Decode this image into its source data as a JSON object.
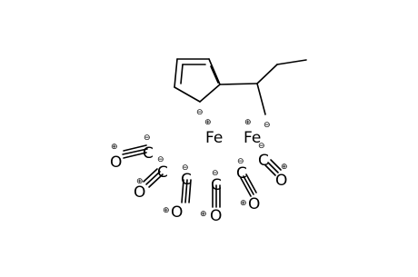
{
  "colors": {
    "ink": "#000000",
    "background": "#ffffff"
  },
  "molecule": {
    "atoms": [
      {
        "id": "fe1",
        "element": "Fe",
        "charge_symbol": "⊕"
      },
      {
        "id": "fe2",
        "element": "Fe",
        "charge_symbol": "⊕"
      },
      {
        "id": "c_ring",
        "element": "",
        "charge_symbol": "⊖"
      },
      {
        "id": "c_ch2",
        "element": "",
        "charge_symbol": "⊖"
      },
      {
        "id": "co1_c",
        "element": "C",
        "charge_symbol": "⊖"
      },
      {
        "id": "co1_o",
        "element": "O",
        "charge_symbol": "⊕"
      },
      {
        "id": "co2_c",
        "element": "C",
        "charge_symbol": "⊖"
      },
      {
        "id": "co2_o",
        "element": "O",
        "charge_symbol": "⊕"
      },
      {
        "id": "co3_c",
        "element": "C",
        "charge_symbol": "⊖"
      },
      {
        "id": "co3_o",
        "element": "O",
        "charge_symbol": "⊕"
      },
      {
        "id": "co4_c",
        "element": "C",
        "charge_symbol": "⊖"
      },
      {
        "id": "co4_o",
        "element": "O",
        "charge_symbol": "⊕"
      },
      {
        "id": "co5_c",
        "element": "C",
        "charge_symbol": "⊖"
      },
      {
        "id": "co5_o",
        "element": "O",
        "charge_symbol": "⊕"
      },
      {
        "id": "co6_c",
        "element": "C",
        "charge_symbol": "⊖"
      },
      {
        "id": "co6_o",
        "element": "O",
        "charge_symbol": "⊕"
      }
    ]
  }
}
